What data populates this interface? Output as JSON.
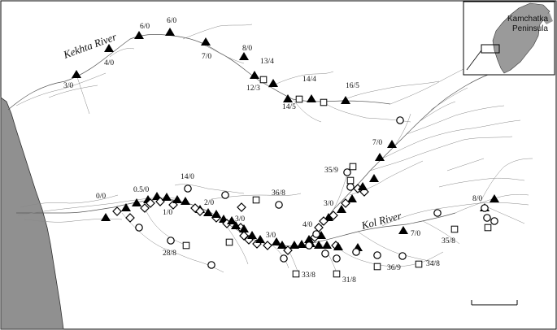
{
  "labels": {
    "kekhta_river": "Kekhta River",
    "kol_river": "Kol River",
    "inset": "Kamchatka Peninsula"
  },
  "colors": {
    "sea": "#909090",
    "land_inset": "#9a9a9a",
    "stream": "#555555",
    "marker": "#000000"
  },
  "site_labels": [
    "3/0",
    "4/0",
    "6/0",
    "6/0",
    "7/0",
    "8/0",
    "13/4",
    "12/3",
    "14/4",
    "14/5",
    "16/5",
    "7/0",
    "35/9",
    "14/0",
    "36/8",
    "0/0",
    "0.5/0",
    "2/0",
    "1/0",
    "3/0",
    "3/0",
    "4/0",
    "3/0",
    "7/0",
    "8/0",
    "35/8",
    "28/8",
    "33/8",
    "31/8",
    "36/9",
    "34/8"
  ],
  "markers": {
    "triangle": "black-triangle-icon",
    "circle": "open-circle-icon",
    "square": "open-square-icon",
    "diamond": "open-diamond-icon"
  }
}
